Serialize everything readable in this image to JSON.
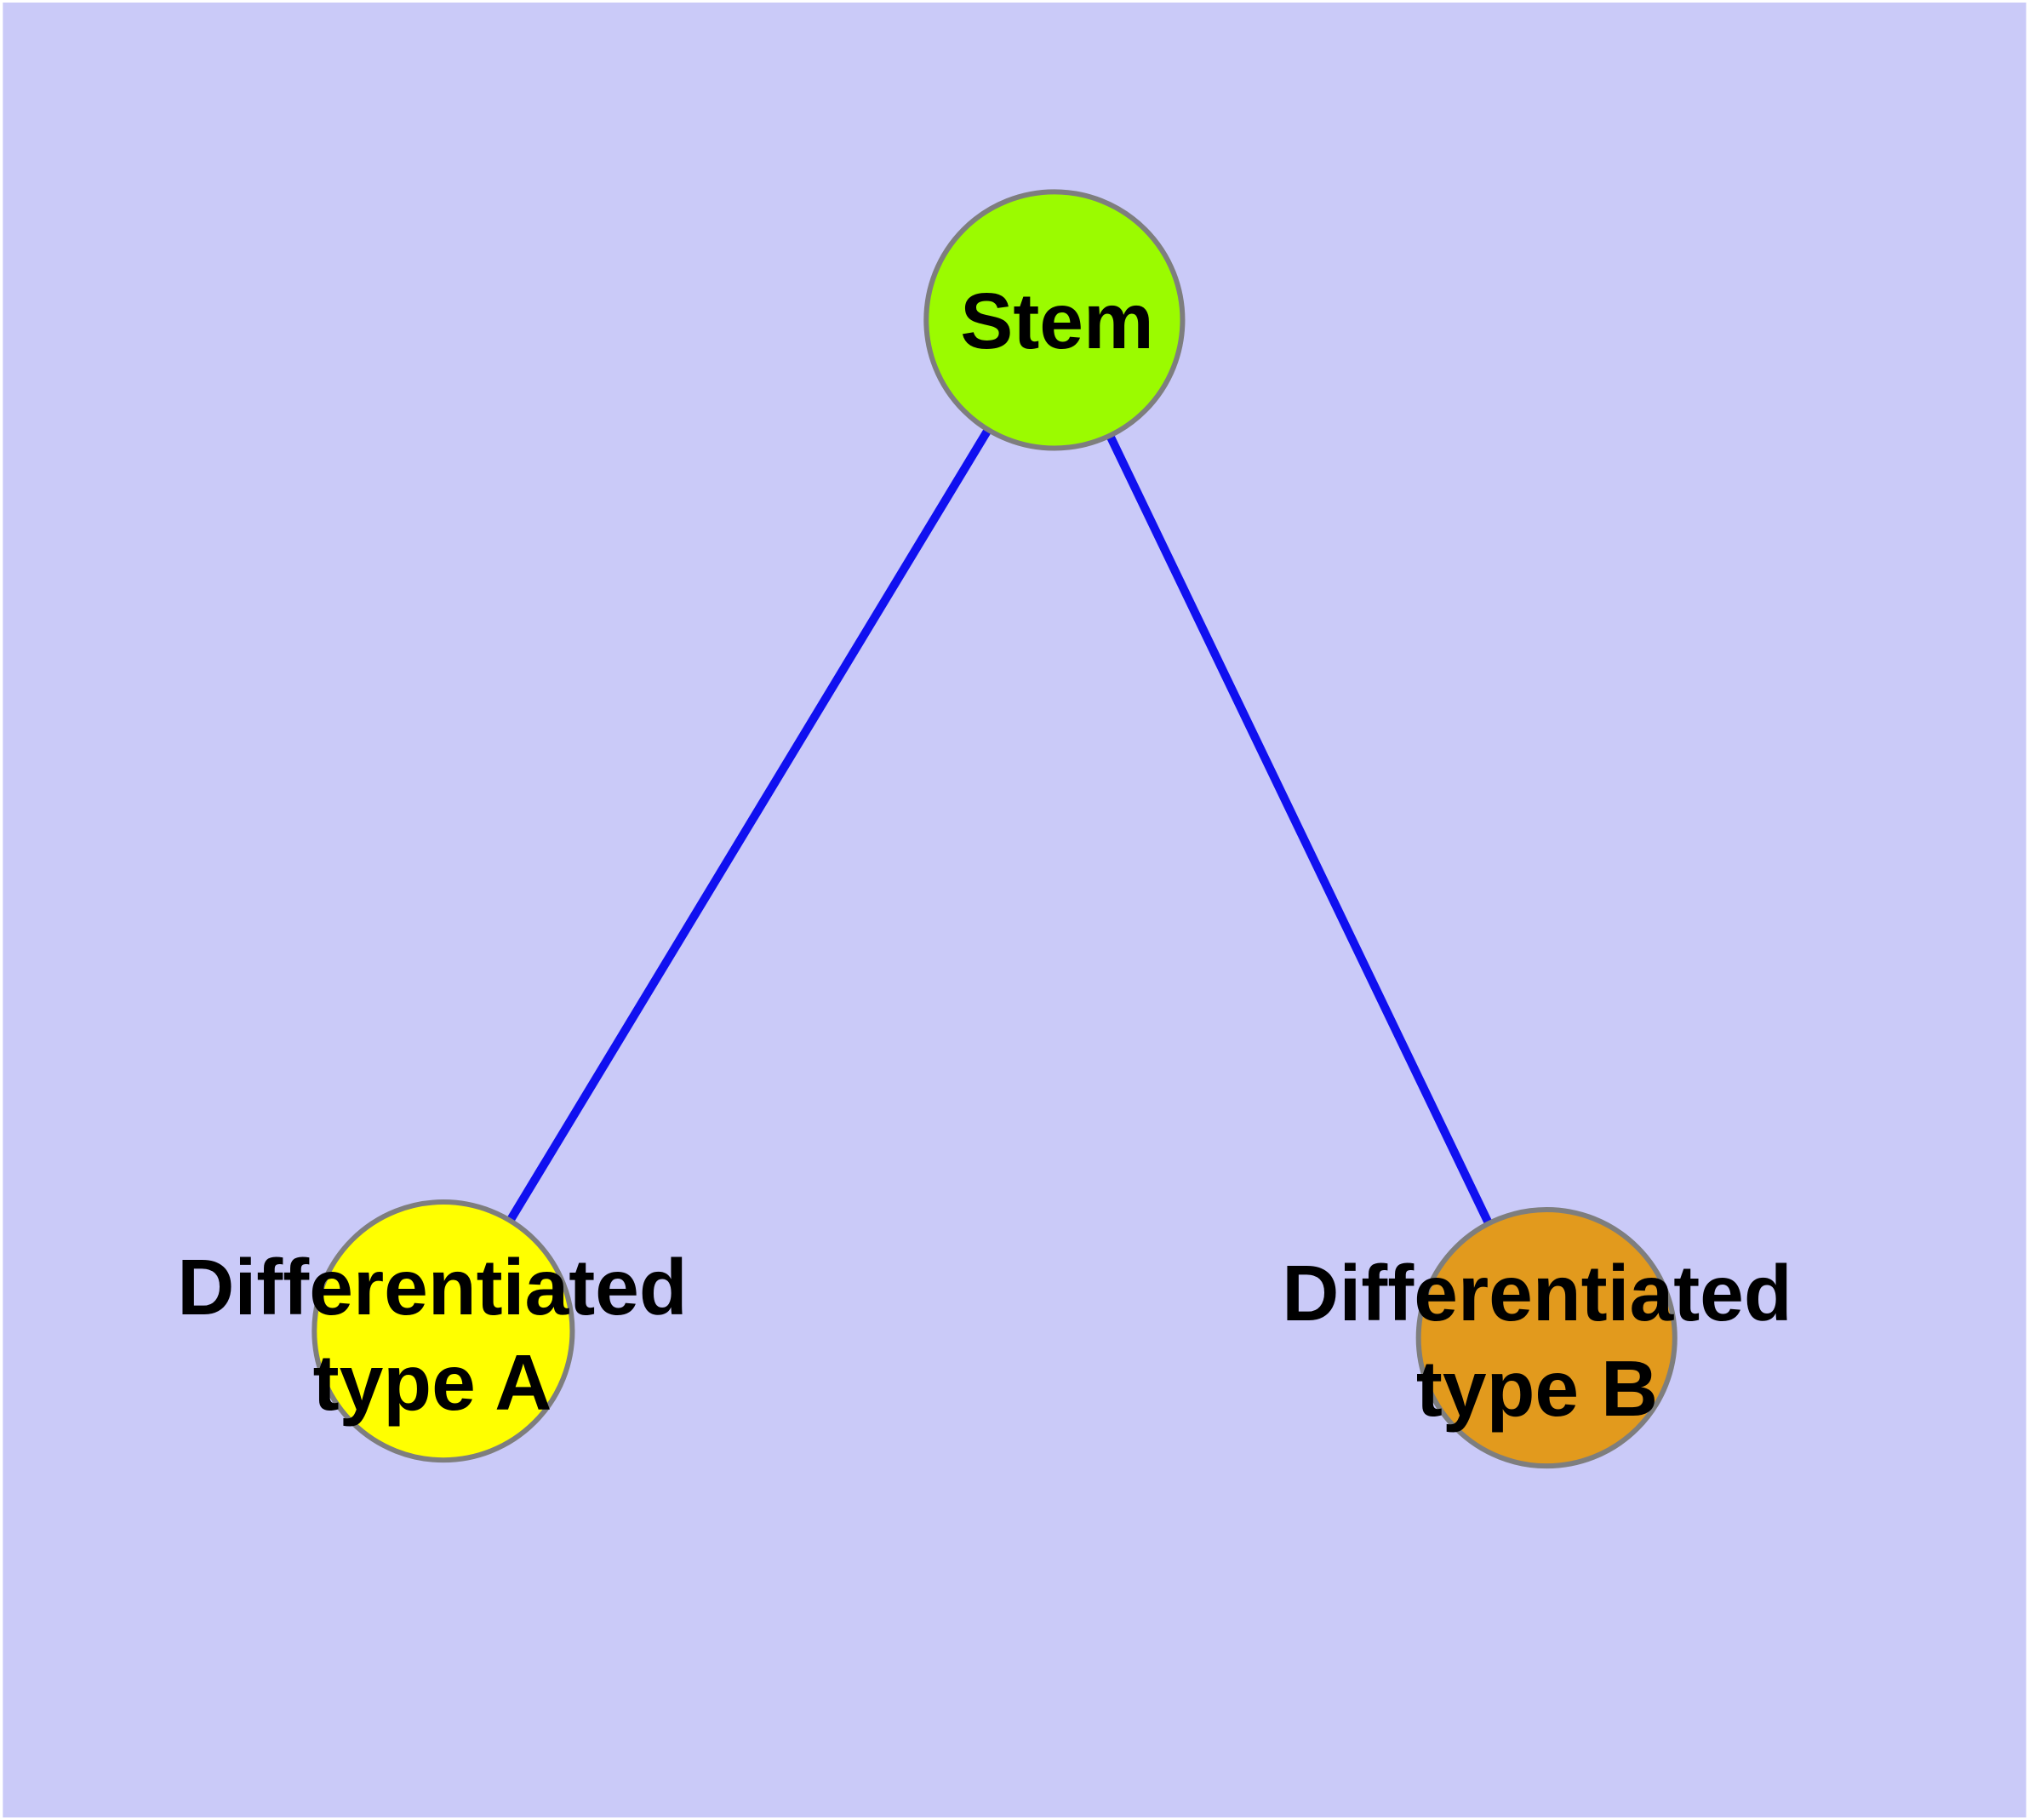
{
  "diagram": {
    "background_color": "#CACAF8",
    "edge_color": "#1010F0",
    "node_border_color": "#7E7E7E",
    "label_color": "#000000",
    "nodes": {
      "stem": {
        "label": "Stem",
        "fill": "#9BFB00"
      },
      "type_a": {
        "line1": "Differentiated",
        "line2": "type A",
        "fill": "#FFFF00"
      },
      "type_b": {
        "line1": "Differentiated",
        "line2": "type B",
        "fill": "#E29A1D"
      }
    },
    "edges": [
      {
        "from": "Stem",
        "to": "Differentiated type A"
      },
      {
        "from": "Stem",
        "to": "Differentiated type B"
      }
    ]
  }
}
